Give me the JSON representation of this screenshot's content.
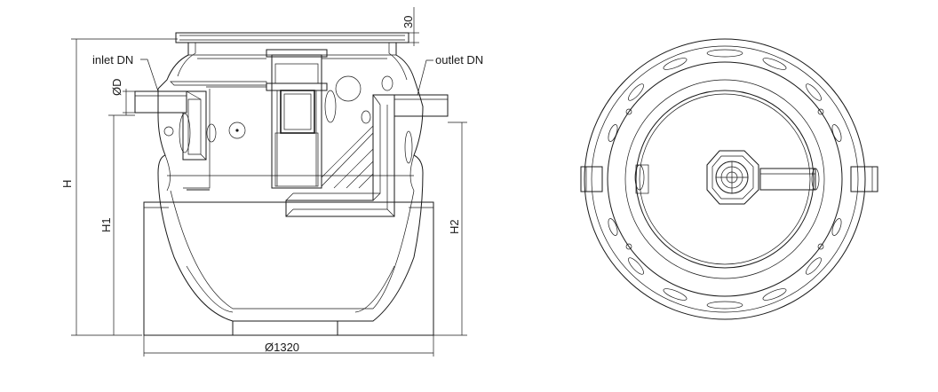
{
  "labels": {
    "inlet": "inlet DN",
    "outlet": "outlet DN",
    "diameter_pipe": "ØD",
    "dim_30": "30",
    "height_total": "H",
    "height_inlet": "H1",
    "height_outlet": "H2",
    "diameter_base": "Ø1320"
  }
}
